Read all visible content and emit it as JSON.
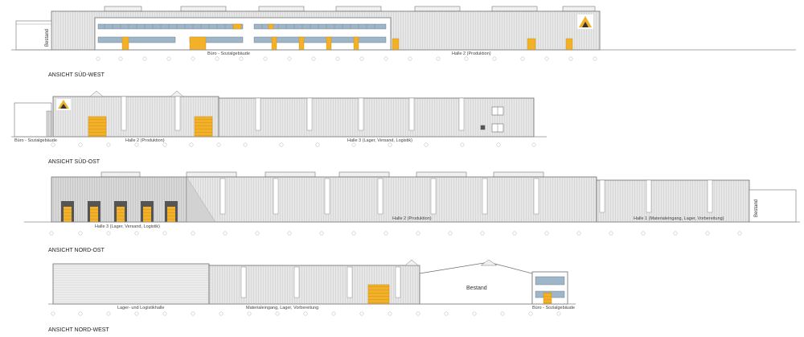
{
  "drawing": {
    "elevations": [
      {
        "title": "ANSICHT SÜD-WEST",
        "labels": [
          "Bestand",
          "Büro - Sozialgebäude",
          "Halle 2 (Produktion)"
        ]
      },
      {
        "title": "ANSICHT SÜD-OST",
        "labels": [
          "Büro - Sozialgebäude",
          "Halle 2 (Produktion)",
          "Halle 3 (Lager, Versand, Logistik)"
        ]
      },
      {
        "title": "ANSICHT NORD-OST",
        "labels": [
          "Halle 3 (Lager, Versand, Logistik)",
          "Halle 2 (Produktion)",
          "Halle 1 (Materialeingang, Lager, Vorbereitung)",
          "Bestand"
        ]
      },
      {
        "title": "ANSICHT NORD-WEST",
        "labels": [
          "Lager- und Logistikhalle",
          "Materialeingang, Lager, Vorbereitung",
          "Bestand",
          "Büro - Sozialgebäude"
        ]
      }
    ],
    "colors": {
      "cladding": "#e6e6e6",
      "rib": "#c9c9c9",
      "outline": "#6e6e6e",
      "door_yellow": "#f3b12a",
      "window_blue": "#9fb6c8",
      "dock_frame": "#555555",
      "ground": "#8a8a8a"
    }
  }
}
